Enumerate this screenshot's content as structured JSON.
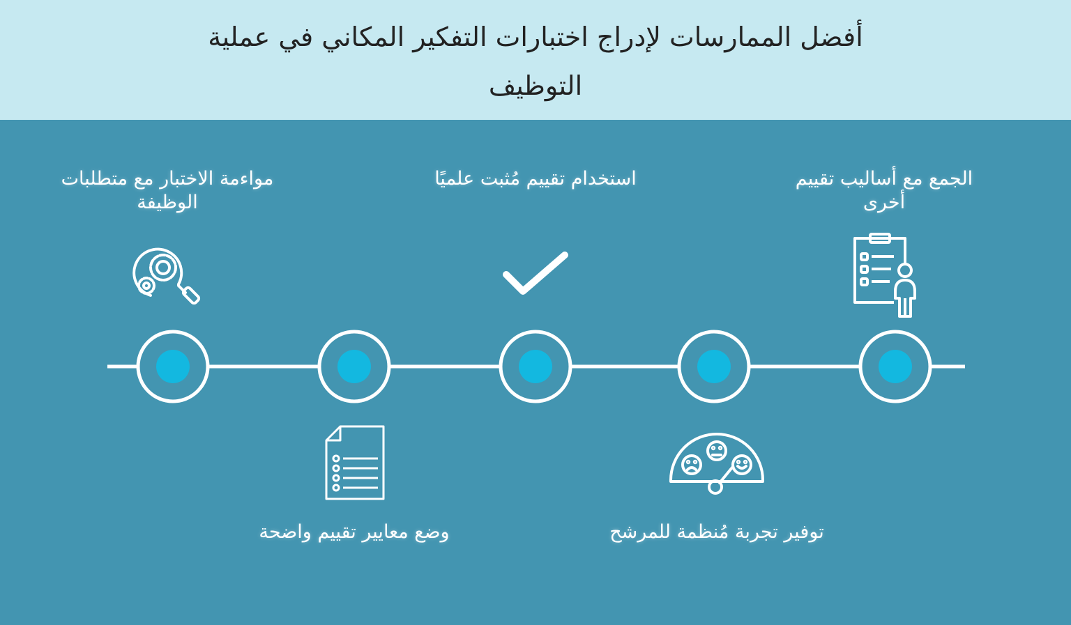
{
  "title": "أفضل الممارسات لإدراج اختبارات التفكير المكاني في عملية التوظيف",
  "colors": {
    "header_bg": "#c6e9f1",
    "body_bg": "#4395b1",
    "line": "#ffffff",
    "node_fill": "#13b8e0",
    "text": "#ffffff"
  },
  "steps": [
    {
      "label": "الجمع مع أساليب تقييم أخرى",
      "icon": "clipboard-person-icon"
    },
    {
      "label": "توفير تجربة مُنظمة للمرشح",
      "icon": "satisfaction-gauge-icon"
    },
    {
      "label": "استخدام تقييم مُثبت علميًا",
      "icon": "checkmark-icon"
    },
    {
      "label": "وضع معايير تقييم واضحة",
      "icon": "checklist-document-icon"
    },
    {
      "label": "مواءمة الاختبار مع متطلبات الوظيفة",
      "icon": "gear-search-icon"
    }
  ]
}
